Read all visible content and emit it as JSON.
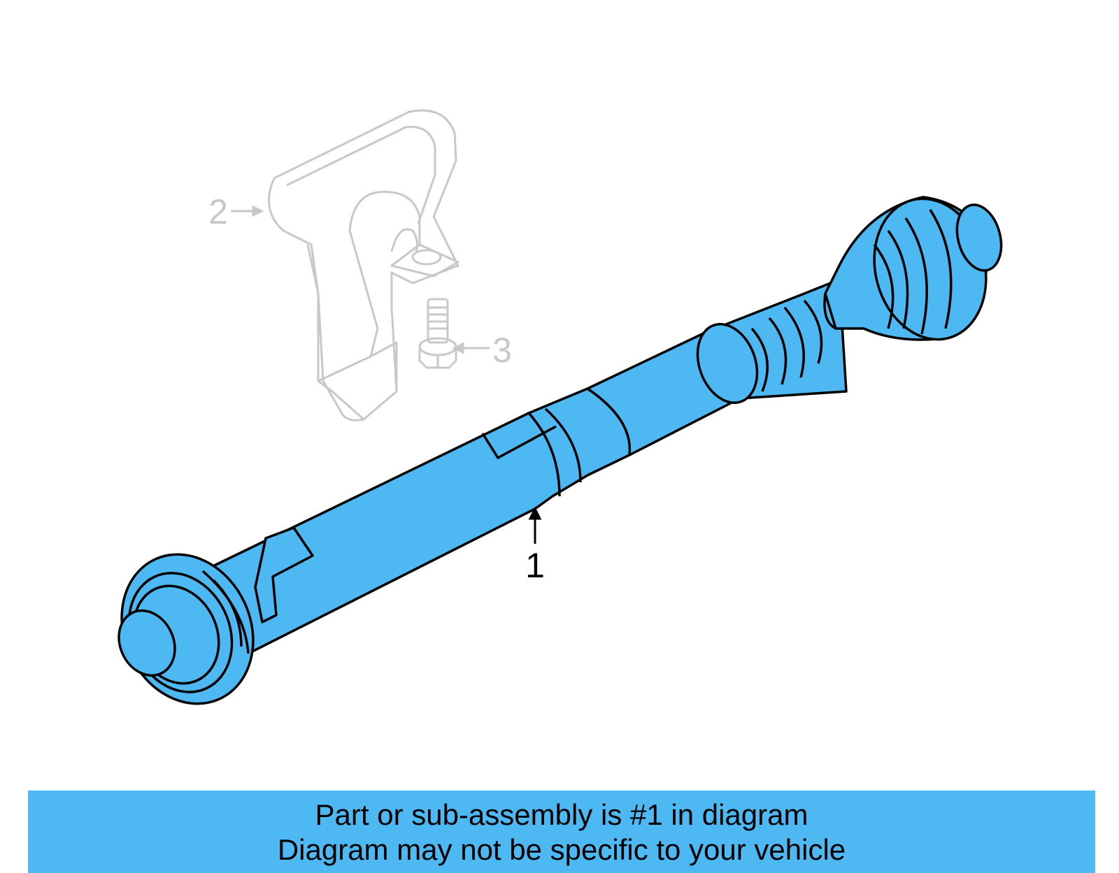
{
  "callouts": [
    {
      "id": "1",
      "label": "1"
    },
    {
      "id": "2",
      "label": "2"
    },
    {
      "id": "3",
      "label": "3"
    }
  ],
  "banner": {
    "line1": "Part or sub-assembly is #1 in diagram",
    "line2": "Diagram may not be specific to your vehicle"
  },
  "colors": {
    "highlight": "#4db8f2",
    "outline": "#000000",
    "ghost": "#c8c8c8"
  }
}
